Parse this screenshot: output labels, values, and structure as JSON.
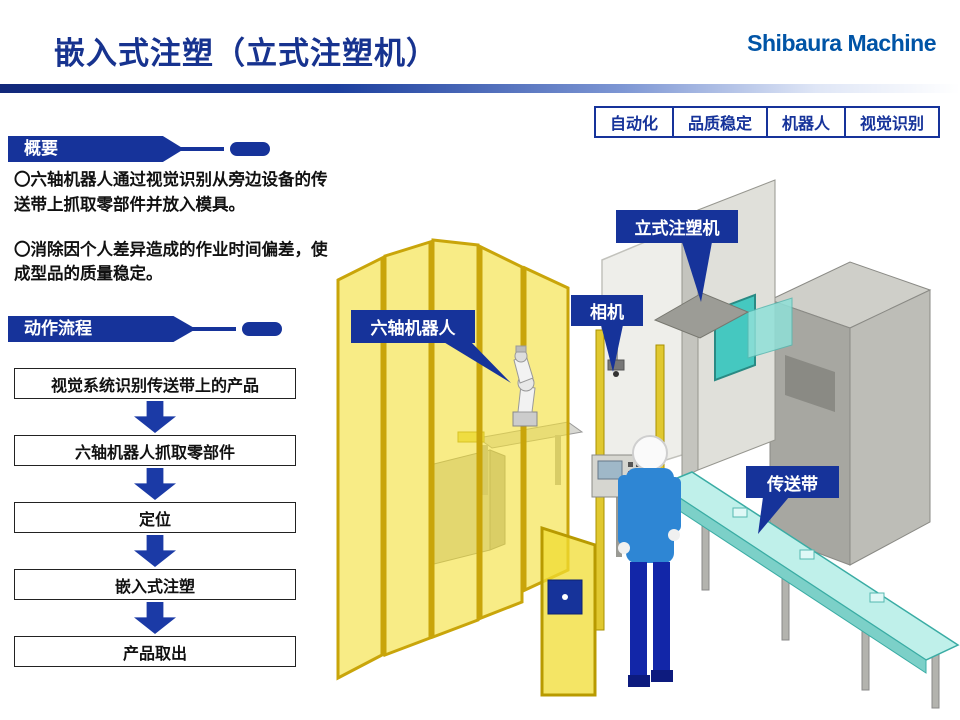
{
  "slide": {
    "title": "嵌入式注塑（立式注塑机）",
    "logo": "Shibaura Machine"
  },
  "tags": [
    "自动化",
    "品质稳定",
    "机器人",
    "视觉识别"
  ],
  "overview": {
    "heading": "概要",
    "bullets": [
      "〇六轴机器人通过视觉识别从旁边设备的传送带上抓取零部件并放入模具。",
      "〇消除因个人差异造成的作业时间偏差，使成型品的质量稳定。"
    ]
  },
  "flow": {
    "heading": "动作流程",
    "steps": [
      "视觉系统识别传送带上的产品",
      "六轴机器人抓取零部件",
      "定位",
      "嵌入式注塑",
      "产品取出"
    ]
  },
  "diagram": {
    "labels": {
      "machine": "立式注塑机",
      "camera": "相机",
      "robot": "六轴机器人",
      "conveyor": "传送带"
    }
  },
  "colors": {
    "accent_blue": "#16339a",
    "logo_blue": "#0054a6",
    "fence_yellow": "#f0dc3c",
    "conveyor_teal": "#bff0ea",
    "machine_gray": "#a7a7a1"
  }
}
